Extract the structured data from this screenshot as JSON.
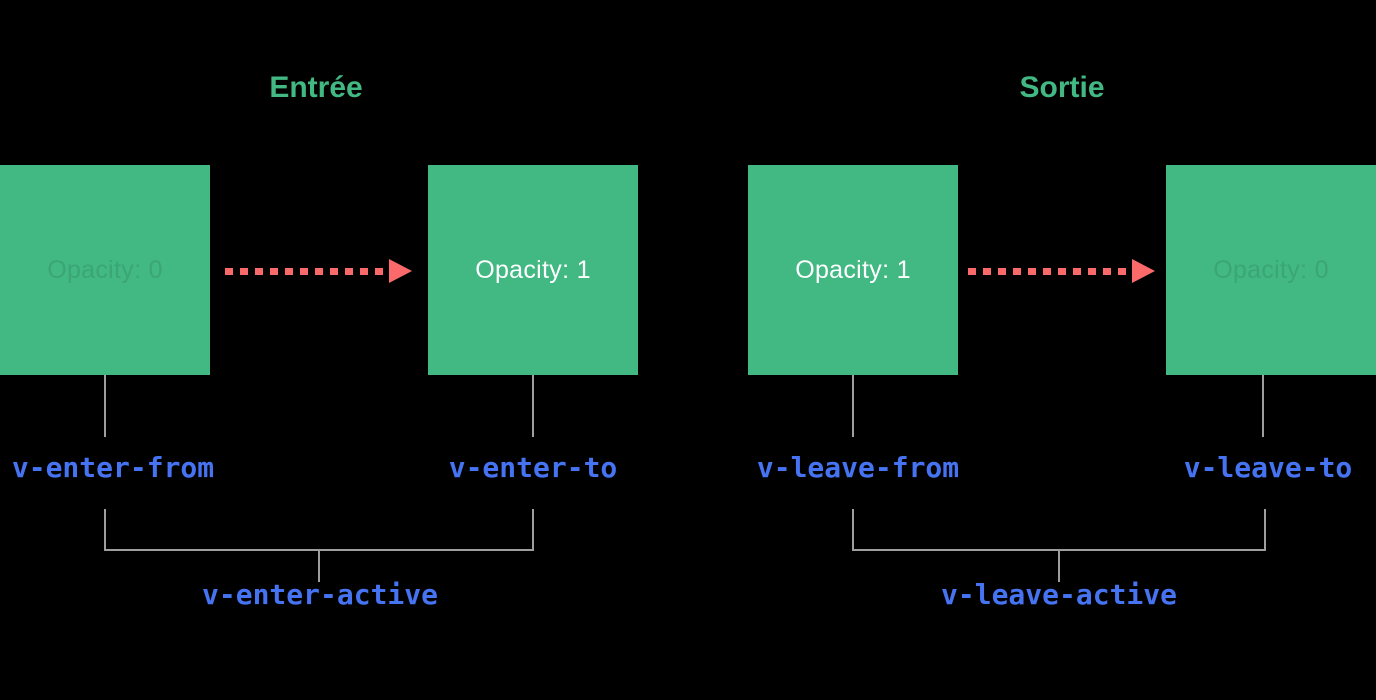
{
  "colors": {
    "background": "#000000",
    "box_green": "#42b883",
    "title_green": "#42b883",
    "arrow_red": "#fb6a6a",
    "label_blue": "#4573f2",
    "line_gray": "#9e9e9e",
    "box_text_white": "#ffffff"
  },
  "enter": {
    "title": "Entrée",
    "from_box_text": "Opacity: 0",
    "to_box_text": "Opacity: 1",
    "from_class": "v-enter-from",
    "to_class": "v-enter-to",
    "active_class": "v-enter-active"
  },
  "leave": {
    "title": "Sortie",
    "from_box_text": "Opacity: 1",
    "to_box_text": "Opacity: 0",
    "from_class": "v-leave-from",
    "to_class": "v-leave-to",
    "active_class": "v-leave-active"
  }
}
